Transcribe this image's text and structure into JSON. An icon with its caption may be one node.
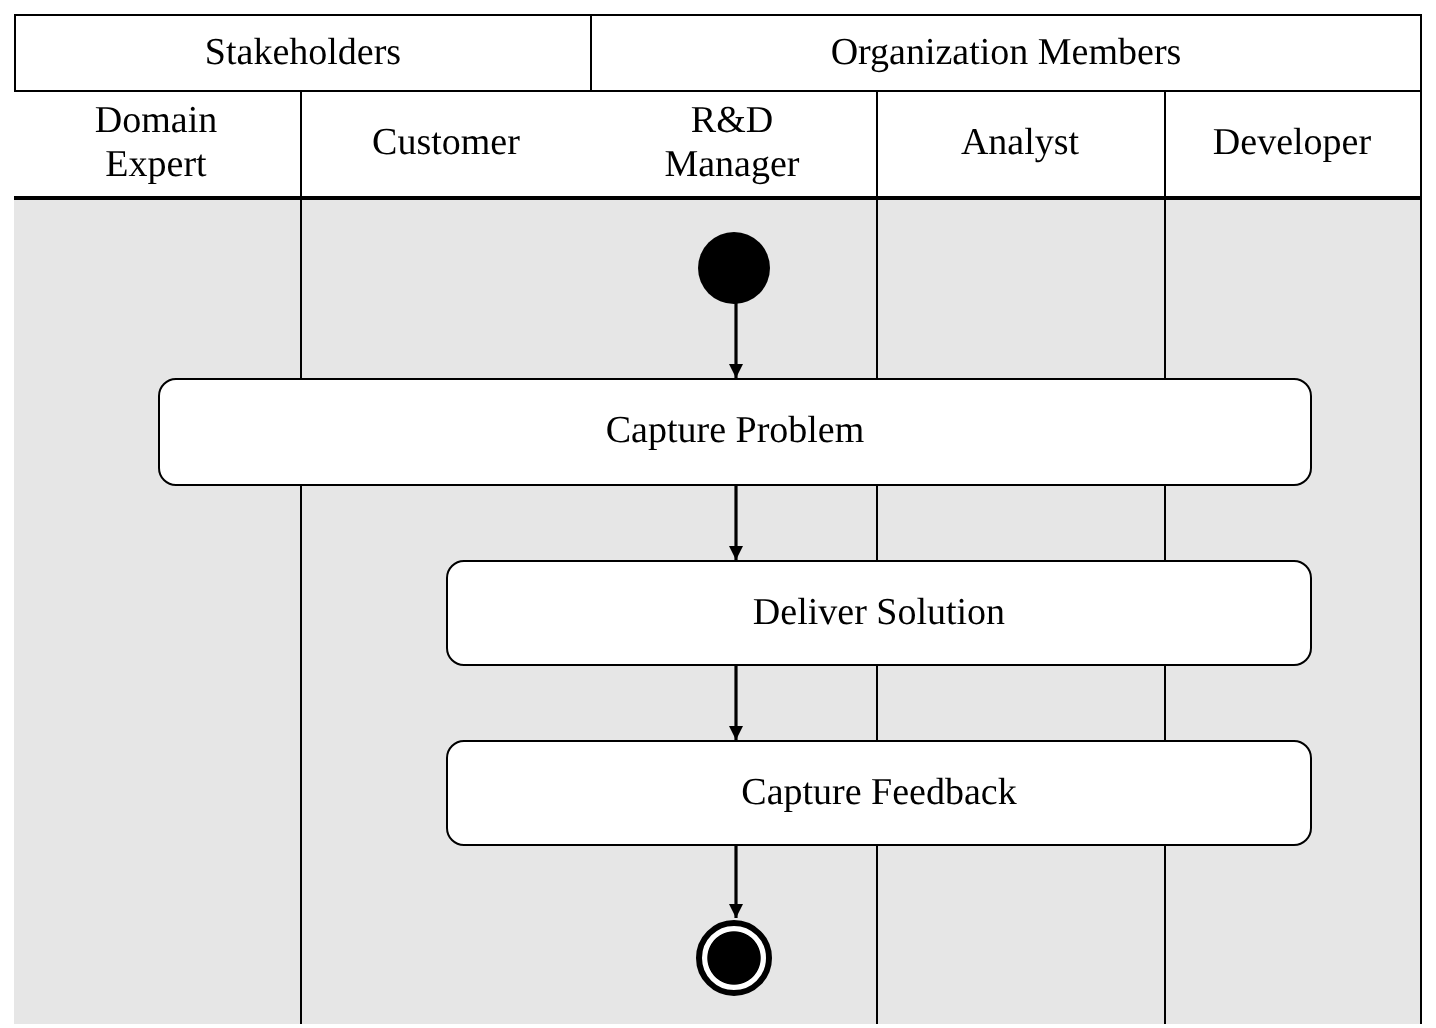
{
  "diagram": {
    "nodes": [
      {
        "text": [
          "Stakeholders"
        ]
      },
      {
        "text": [
          "Organization Members"
        ]
      },
      {
        "text": [
          "Domain Expert"
        ],
        "in": 0
      },
      {
        "text": [
          "Customer"
        ],
        "in": 0
      },
      {
        "text": [
          "R&D Manager"
        ],
        "in": 1
      },
      {
        "text": [
          "Analyst"
        ],
        "in": 1
      },
      {
        "text": [
          "Developer"
        ],
        "in": 1
      },
      {
        "text": [],
        "shape": "circle",
        "in": 4
      },
      {
        "text": [
          "Capture Problem"
        ]
      },
      {
        "text": [
          "Deliver Solution"
        ]
      },
      {
        "text": [
          "Capture Feedback"
        ]
      },
      {
        "text": [],
        "shape": "bullseye",
        "in": 4
      }
    ],
    "edges": [
      {
        "from": 7,
        "to": 8,
        "arrow": "to"
      },
      {
        "from": 8,
        "to": 9,
        "arrow": "to"
      },
      {
        "from": 9,
        "to": 10,
        "arrow": "to"
      },
      {
        "from": 10,
        "to": 11,
        "arrow": "to"
      }
    ]
  }
}
